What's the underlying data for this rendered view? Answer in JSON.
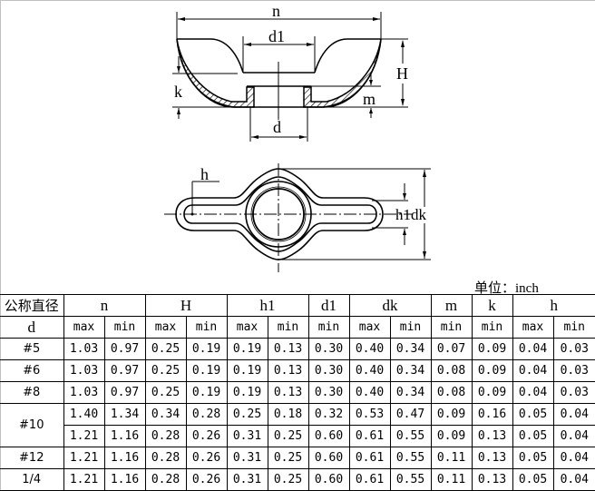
{
  "drawing": {
    "side_view_labels": {
      "n": "n",
      "d1": "d1",
      "H": "H",
      "k": "k",
      "m": "m",
      "d": "d"
    },
    "top_view_labels": {
      "h": "h",
      "h1_dk": "h1dk"
    }
  },
  "unit_label": "单位：inch",
  "table": {
    "header": {
      "size_col_top": "公称直径",
      "size_col_bottom": "d",
      "groups": [
        {
          "label": "n",
          "sub": [
            "max",
            "min"
          ]
        },
        {
          "label": "H",
          "sub": [
            "max",
            "min"
          ]
        },
        {
          "label": "h1",
          "sub": [
            "max",
            "min"
          ]
        },
        {
          "label": "d1",
          "sub": [
            "min"
          ]
        },
        {
          "label": "dk",
          "sub": [
            "max",
            "min"
          ]
        },
        {
          "label": "m",
          "sub": [
            "min"
          ]
        },
        {
          "label": "k",
          "sub": [
            "min"
          ]
        },
        {
          "label": "h",
          "sub": [
            "max",
            "min"
          ]
        }
      ]
    },
    "rows": [
      {
        "size": "#5",
        "values": [
          "1.03",
          "0.97",
          "0.25",
          "0.19",
          "0.19",
          "0.13",
          "0.30",
          "0.40",
          "0.34",
          "0.07",
          "0.09",
          "0.04",
          "0.03"
        ]
      },
      {
        "size": "#6",
        "values": [
          "1.03",
          "0.97",
          "0.25",
          "0.19",
          "0.19",
          "0.13",
          "0.30",
          "0.40",
          "0.34",
          "0.08",
          "0.09",
          "0.04",
          "0.03"
        ]
      },
      {
        "size": "#8",
        "values": [
          "1.03",
          "0.97",
          "0.25",
          "0.19",
          "0.19",
          "0.13",
          "0.30",
          "0.40",
          "0.34",
          "0.08",
          "0.09",
          "0.04",
          "0.03"
        ]
      },
      {
        "size": "#10",
        "values": [
          "1.40",
          "1.34",
          "0.34",
          "0.28",
          "0.25",
          "0.18",
          "0.32",
          "0.53",
          "0.47",
          "0.09",
          "0.16",
          "0.05",
          "0.04"
        ]
      },
      {
        "size": "",
        "values": [
          "1.21",
          "1.16",
          "0.28",
          "0.26",
          "0.31",
          "0.25",
          "0.60",
          "0.61",
          "0.55",
          "0.09",
          "0.13",
          "0.05",
          "0.04"
        ]
      },
      {
        "size": "#12",
        "values": [
          "1.21",
          "1.16",
          "0.28",
          "0.26",
          "0.31",
          "0.25",
          "0.60",
          "0.61",
          "0.55",
          "0.11",
          "0.13",
          "0.05",
          "0.04"
        ]
      },
      {
        "size": "1/4",
        "values": [
          "1.21",
          "1.16",
          "0.28",
          "0.26",
          "0.31",
          "0.25",
          "0.60",
          "0.61",
          "0.55",
          "0.11",
          "0.13",
          "0.05",
          "0.04"
        ]
      }
    ]
  }
}
